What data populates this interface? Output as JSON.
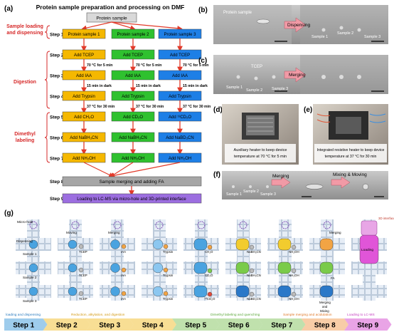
{
  "panel_labels": {
    "a": "(a)",
    "b": "(b)",
    "c": "(c)",
    "d": "(d)",
    "e": "(e)",
    "f": "(f)",
    "g": "(g)"
  },
  "flow": {
    "title": "Protein sample preparation and processing on DMF",
    "top_box": "Protein sample",
    "side_labels": {
      "loading": [
        "Sample loading",
        "and dispensing"
      ],
      "digestion": "Digestion",
      "labeling": [
        "Dimethyl",
        "labeling"
      ]
    },
    "steps": [
      "Step 1",
      "Step 2",
      "Step 3",
      "Step 4",
      "Step 5",
      "Step 6",
      "Step 7",
      "Step 8",
      "Step 9"
    ],
    "row1": [
      "Protein sample 1",
      "Protein sample 2",
      "Protein sample 3"
    ],
    "row2": [
      "Add TCEP",
      "Add TCEP",
      "Add TCEP"
    ],
    "row3": [
      "Add IAA",
      "Add IAA",
      "Add IAA"
    ],
    "row4": [
      "Add Trypsin",
      "Add Trypsin",
      "Add Trypsin"
    ],
    "row5": [
      "Add CH₂O",
      "Add CD₂O",
      "Add ¹³CD₂O"
    ],
    "row6": [
      "Add NaBH₃CN",
      "Add NaBH₃CN",
      "Add NaBD₃CN"
    ],
    "row7": [
      "Add NH₂OH",
      "Add NH₂OH",
      "Add NH₂OH"
    ],
    "conditions": [
      "70 °C for 5 min",
      "15 min in dark",
      "37 °C for 30 min"
    ],
    "step8": "Sample merging and adding FA",
    "step9": "Loading to LC-MS via micro-hole and 3D-printed interface",
    "colors": {
      "col1": "#f5b800",
      "col2": "#2fc12f",
      "col3": "#1e7fe6",
      "step8": "#a6a6a6",
      "step9": "#9c6ee0",
      "arrow": "#e23a2a",
      "red": "#d62828"
    }
  },
  "photos": {
    "b": {
      "labels": [
        "Protein sample",
        "Sample 1",
        "Sample 2",
        "Sample 3"
      ],
      "action": "Dispensing"
    },
    "c": {
      "labels": [
        "TCEP",
        "Sample 1",
        "Sample 2",
        "Sample 3"
      ],
      "action": "Merging"
    },
    "d": {
      "caption": [
        "Auxiliary heater to keep device",
        "temperature at 70 °C for 5 min"
      ]
    },
    "e": {
      "caption": [
        "Integrated resistive heater to keep device",
        "temperature at 37 °C for 30 min"
      ]
    },
    "f": {
      "labels": [
        "Sample 1",
        "Sample 2",
        "Sample 3"
      ],
      "actions": [
        "Merging",
        "Mixing & Moving"
      ]
    }
  },
  "schematic": {
    "micro_hole": "Micro-hole",
    "interface": "3D interface",
    "row_labels": [
      "Sample 1",
      "Sample 2",
      "Sample 3",
      "Dispensing"
    ],
    "col_labels": {
      "s2": [
        "Moving",
        "TCEP",
        "TCEP",
        "TCEP"
      ],
      "s3": [
        "Merging",
        "IAA",
        "IAA",
        "IAA"
      ],
      "s4": [
        "Trypsin",
        "Trypsin",
        "Trypsin"
      ],
      "s5": [
        "CH₂O",
        "CD₂O",
        "¹³CD₂O"
      ],
      "s6": [
        "NaBH₃CN",
        "NaBH₃CN",
        "NaBD₃CN"
      ],
      "s7": [
        "NH₂OH",
        "NH₂OH",
        "NH₂OH"
      ],
      "s8": [
        "Merging",
        "FA",
        "Merging",
        "and",
        "Mixing"
      ],
      "s9": [
        "Loading"
      ]
    },
    "phase_labels": [
      "loading and dispensing",
      "Reduction, alkylation, and digestion",
      "Dimethyl labeling and quenching",
      "Sample merging and acidulation",
      "Loading to LC-MS"
    ],
    "step_labels": [
      "Step 1",
      "Step 2",
      "Step 3",
      "Step 4",
      "Step 5",
      "Step 6",
      "Step 7",
      "Step 8",
      "Step 9"
    ],
    "phase_colors": [
      "#4fa3dc",
      "#f2c23c",
      "#8cc86a",
      "#f2a45e",
      "#d75ad2"
    ]
  }
}
